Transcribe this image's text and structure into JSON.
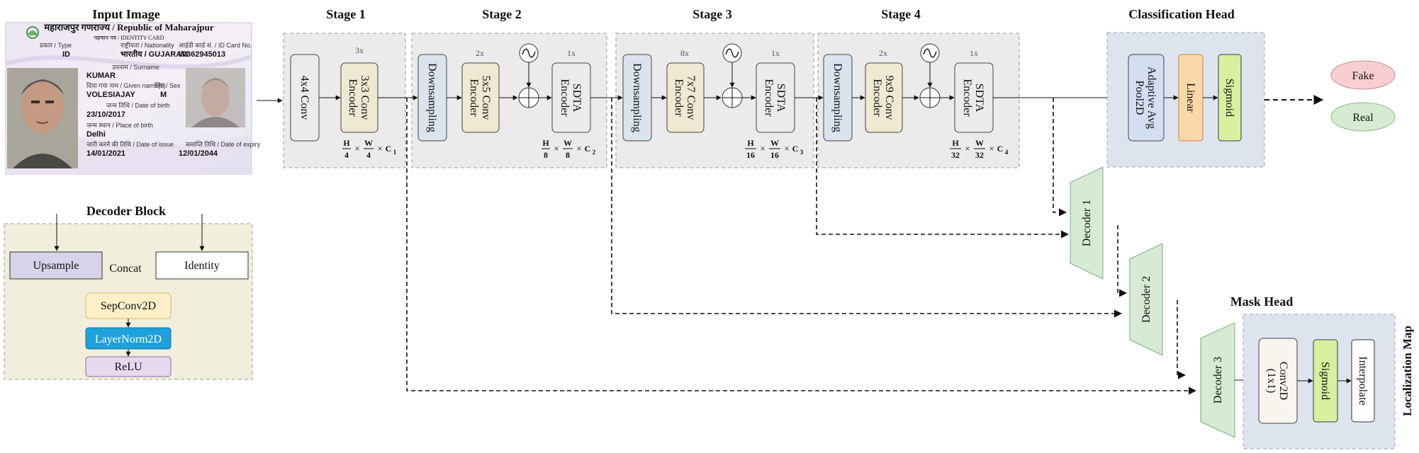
{
  "titles": {
    "input_image": "Input Image",
    "stage1": "Stage 1",
    "stage2": "Stage 2",
    "stage3": "Stage 3",
    "stage4": "Stage 4",
    "classification_head": "Classification Head",
    "decoder_block": "Decoder Block",
    "mask_head": "Mask Head"
  },
  "id_card": {
    "header": "महाराजपुर गणराज्य / Republic of Maharajpur",
    "subheader": "पहचान पत्र / IDENTITY CARD",
    "type_label": "प्रकार / Type",
    "type_value": "ID",
    "nationality_label": "राष्ट्रीयता / Nationality",
    "nationality_value": "भारतीय / GUJARATI",
    "id_no_label": "आईडी कार्ड सं. / ID Card No.",
    "id_no_value": "IN362945013",
    "surname_label": "उपनाम / Surname",
    "surname_value": "KUMAR",
    "given_label": "दिया गया नाम / Given name(s)",
    "given_value": "VOLESIAJAY",
    "sex_label": "लिंग / Sex",
    "sex_value": "M",
    "dob_label": "जन्म तिथि / Date of birth",
    "dob_value": "23/10/2017",
    "pob_label": "जन्म स्थान / Place of birth",
    "pob_value": "Delhi",
    "issue_label": "जारी करने की तिथि / Date of issue",
    "issue_value": "14/01/2021",
    "expiry_label": "समाप्ति तिथि / Date of expiry",
    "expiry_value": "12/01/2044"
  },
  "stage1": {
    "conv": "4x4 Conv",
    "encoder_line1": "3x3 Conv",
    "encoder_line2": "Encoder",
    "multiplier": "3x",
    "dim": {
      "h": "H",
      "hd": "4",
      "w": "W",
      "wd": "4",
      "c": "C",
      "cs": "1"
    }
  },
  "stage2": {
    "down": "Downsampling",
    "encoder_line1": "5x5 Conv",
    "encoder_line2": "Encoder",
    "mult_conv": "2x",
    "sdta_line1": "SDTA",
    "sdta_line2": "Encoder",
    "mult_sdta": "1x",
    "dim": {
      "h": "H",
      "hd": "8",
      "w": "W",
      "wd": "8",
      "c": "C",
      "cs": "2"
    }
  },
  "stage3": {
    "down": "Downsampling",
    "encoder_line1": "7x7 Conv",
    "encoder_line2": "Encoder",
    "mult_conv": "8x",
    "sdta_line1": "SDTA",
    "sdta_line2": "Encoder",
    "mult_sdta": "1x",
    "dim": {
      "h": "H",
      "hd": "16",
      "w": "W",
      "wd": "16",
      "c": "C",
      "cs": "3"
    }
  },
  "stage4": {
    "down": "Downsampling",
    "encoder_line1": "9x9 Conv",
    "encoder_line2": "Encoder",
    "mult_conv": "2x",
    "sdta_line1": "SDTA",
    "sdta_line2": "Encoder",
    "mult_sdta": "1x",
    "dim": {
      "h": "H",
      "hd": "32",
      "w": "W",
      "wd": "32",
      "c": "C",
      "cs": "4"
    }
  },
  "head": {
    "pool_line1": "Adaptive Avg",
    "pool_line2": "Pool2D",
    "linear": "Linear",
    "sigmoid": "Sigmoid"
  },
  "outputs": {
    "fake": "Fake",
    "real": "Real"
  },
  "decoders": {
    "d1": "Decoder 1",
    "d2": "Decoder 2",
    "d3": "Decoder 3"
  },
  "mask": {
    "conv_line1": "Conv2D",
    "conv_line2": "(1x1)",
    "sigmoid": "Sigmoid",
    "interpolate": "Interpolate",
    "side_label": "Localization Map"
  },
  "decoder_block": {
    "upsample": "Upsample",
    "concat": "Concat",
    "identity": "Identity",
    "sepconv": "SepConv2D",
    "layernorm": "LayerNorm2D",
    "relu": "ReLU"
  },
  "colors": {
    "panel_fill": "#ebebeb",
    "panel_stroke": "#9a9a9a",
    "encoder_fill": "#efe8d2",
    "down_fill": "#dbe3ee",
    "head_panel": "#dde4ee",
    "pool_fill": "#d3dff0",
    "linear_fill": "#fbd8a8",
    "sigmoid_fill": "#d6f0a0",
    "fake_fill": "#f7cfd0",
    "real_fill": "#d6ecd2",
    "decoder_fill": "#d6ead4",
    "decoder_block_panel": "#f1efdb",
    "upsample_fill": "#d6d3ea",
    "sepconv_fill": "#fdf0c8",
    "layernorm_fill": "#1ea1dc",
    "relu_fill": "#e8d8ef"
  }
}
